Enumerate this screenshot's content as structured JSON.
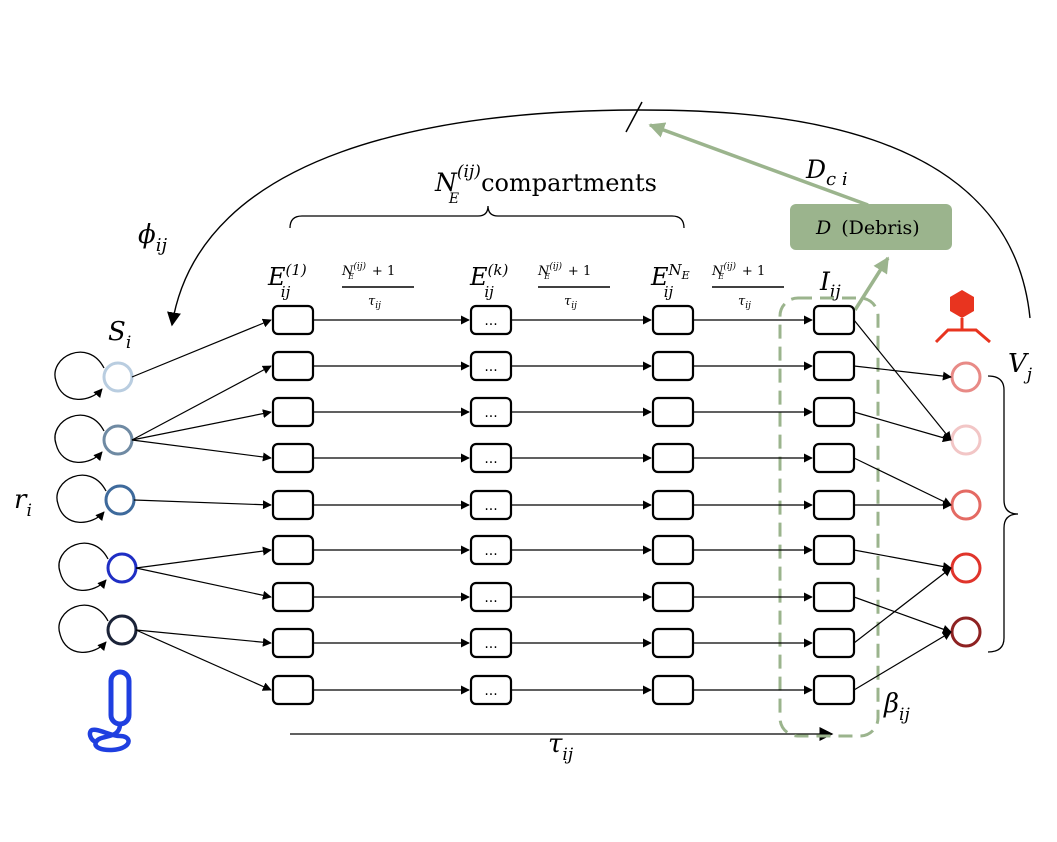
{
  "labels": {
    "susceptible": "S",
    "susceptible_sub": "i",
    "growth_rate": "r",
    "growth_rate_sub": "i",
    "adsorption": "ϕ",
    "adsorption_sub": "ij",
    "exposed_first": "E",
    "exposed_first_sup": "(1)",
    "exposed_first_sub": "ij",
    "exposed_kth": "E",
    "exposed_kth_sup": "(k)",
    "exposed_kth_sub": "ij",
    "exposed_last": "E",
    "exposed_last_sup": "N",
    "exposed_last_sup_sub": "E",
    "exposed_last_sub": "ij",
    "infected": "I",
    "infected_sub": "ij",
    "phage": "V",
    "phage_sub": "j",
    "burst": "β",
    "burst_sub": "ij",
    "latent_period": "τ",
    "latent_period_sub": "ij",
    "debris_symbol": "D",
    "debris_text": "(Debris)",
    "decay": "D",
    "decay_sub": "c i",
    "compartments_N": "N",
    "compartments_sup": "(ij)",
    "compartments_sub": "E",
    "compartments_text": "compartments",
    "rate_num_N": "N",
    "rate_num_sup": "(ij)",
    "rate_num_sub": "E",
    "rate_num_plus": "+ 1",
    "rate_den": "τ",
    "rate_den_sub": "ij",
    "ellipsis": "..."
  },
  "colors": {
    "host_circles": [
      "#b9cde0",
      "#6f8aa3",
      "#3e6a9c",
      "#1f2ec4",
      "#1b2338"
    ],
    "phage_circles": [
      "#e88a86",
      "#f2c6c6",
      "#e46a63",
      "#e0342b",
      "#8e2222"
    ],
    "phage_icon": "#e8341f",
    "bacterium_icon": "#1f3fe0",
    "debris_box": "#9bb48d",
    "dashed_box": "#9bb48d",
    "arrow": "#000000"
  },
  "icons": {
    "phage": "bacteriophage-icon",
    "bacterium": "bacterium-icon"
  }
}
